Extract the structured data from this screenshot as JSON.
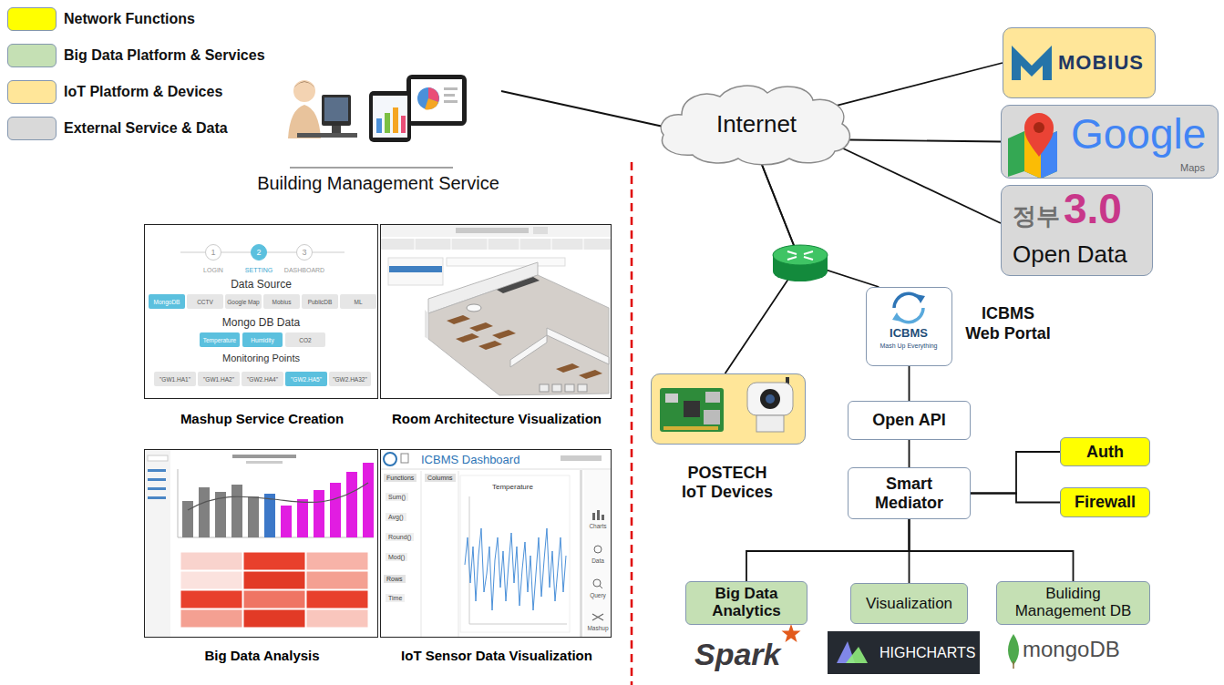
{
  "diagram": {
    "nodes": [
      {
        "text": [
          "Building Management Service"
        ]
      },
      {
        "text": [
          "LOGIN",
          "SETTING",
          "DASHBOARD",
          "Data Source",
          "Mongo DB Data",
          "Monitoring Points",
          "Mashup Service Creation"
        ]
      },
      {
        "text": [
          "1"
        ],
        "in": 1
      },
      {
        "text": [
          "2"
        ],
        "in": 1
      },
      {
        "text": [
          "3"
        ],
        "in": 1
      },
      {
        "text": [
          "MongoDB"
        ],
        "in": 1
      },
      {
        "text": [
          "CCTV"
        ],
        "in": 1
      },
      {
        "text": [
          "Google Map"
        ],
        "in": 1
      },
      {
        "text": [
          "Mobius"
        ],
        "in": 1
      },
      {
        "text": [
          "PublicDB"
        ],
        "in": 1
      },
      {
        "text": [
          "ML"
        ],
        "in": 1
      },
      {
        "text": [
          "Temperature"
        ],
        "in": 1
      },
      {
        "text": [
          "Humidity"
        ],
        "in": 1
      },
      {
        "text": [
          "CO2"
        ],
        "in": 1
      },
      {
        "text": [
          "\"GW1.HA1\""
        ],
        "in": 1
      },
      {
        "text": [
          "\"GW1.HA2\""
        ],
        "in": 1
      },
      {
        "text": [
          "\"GW2.HA4\""
        ],
        "in": 1
      },
      {
        "text": [
          "\"GW2.HA5\""
        ],
        "in": 1
      },
      {
        "text": [
          "\"GW2.HA32\""
        ],
        "in": 1
      },
      {
        "text": [
          "Room Architecture Visualization"
        ]
      },
      {
        "text": [
          "Big Data Analysis"
        ]
      },
      {
        "text": [
          "ICBMS Dashboard",
          "Functions",
          "Columns",
          "Sum()",
          "Avg()",
          "Round()",
          "Mod()",
          "Rows",
          "Time",
          "Temperature",
          "Charts",
          "Data",
          "Query",
          "Mashup",
          "IoT Sensor Data Visualization"
        ]
      },
      {
        "text": [
          "Internet"
        ]
      },
      {
        "text": [
          "MOBIUS"
        ]
      },
      {
        "text": [
          "Google",
          "Maps"
        ]
      },
      {
        "text": [
          "정부",
          "3.0",
          "Open Data"
        ]
      },
      {
        "text": [
          "POSTECH IoT Devices"
        ]
      },
      {
        "text": [
          "ICBMS",
          "Mash Up Everything",
          "ICBMS Web Portal"
        ]
      },
      {
        "text": [
          "Open API"
        ]
      },
      {
        "text": [
          "Smart Mediator"
        ]
      },
      {
        "text": [
          "Auth"
        ]
      },
      {
        "text": [
          "Firewall"
        ]
      },
      {
        "text": [
          "Big Data Analytics"
        ]
      },
      {
        "text": [
          "Visualization"
        ]
      },
      {
        "text": [
          "Buliding Management DB"
        ]
      },
      {
        "text": [
          "HIGHCHARTS"
        ]
      }
    ],
    "edges": [
      {
        "from": 0,
        "to": 22,
        "arrow": "none"
      },
      {
        "from": 22,
        "to": 23,
        "arrow": "none"
      },
      {
        "from": 22,
        "to": 24,
        "arrow": "none"
      },
      {
        "from": 22,
        "to": 25,
        "arrow": "none"
      },
      {
        "from": 22,
        "to": 26,
        "arrow": "none"
      },
      {
        "from": 22,
        "to": 27,
        "arrow": "none"
      },
      {
        "from": 27,
        "to": 28,
        "arrow": "none"
      },
      {
        "from": 28,
        "to": 29,
        "arrow": "none"
      },
      {
        "from": 29,
        "to": 30,
        "arrow": "none"
      },
      {
        "from": 29,
        "to": 31,
        "arrow": "none"
      },
      {
        "from": 29,
        "to": 32,
        "arrow": "none"
      },
      {
        "from": 29,
        "to": 33,
        "arrow": "none"
      },
      {
        "from": 29,
        "to": 34,
        "arrow": "none"
      }
    ],
    "labels": [
      "Spark",
      "mongoDB"
    ],
    "legend": [
      {
        "text": "Network Functions",
        "color": "#ffff00"
      },
      {
        "text": "Big Data Platform & Services",
        "color": "#c5e0b4"
      },
      {
        "text": "IoT Platform & Devices",
        "color": "#ffe699"
      },
      {
        "text": "External Service & Data",
        "color": "#d9d9d9"
      }
    ]
  }
}
